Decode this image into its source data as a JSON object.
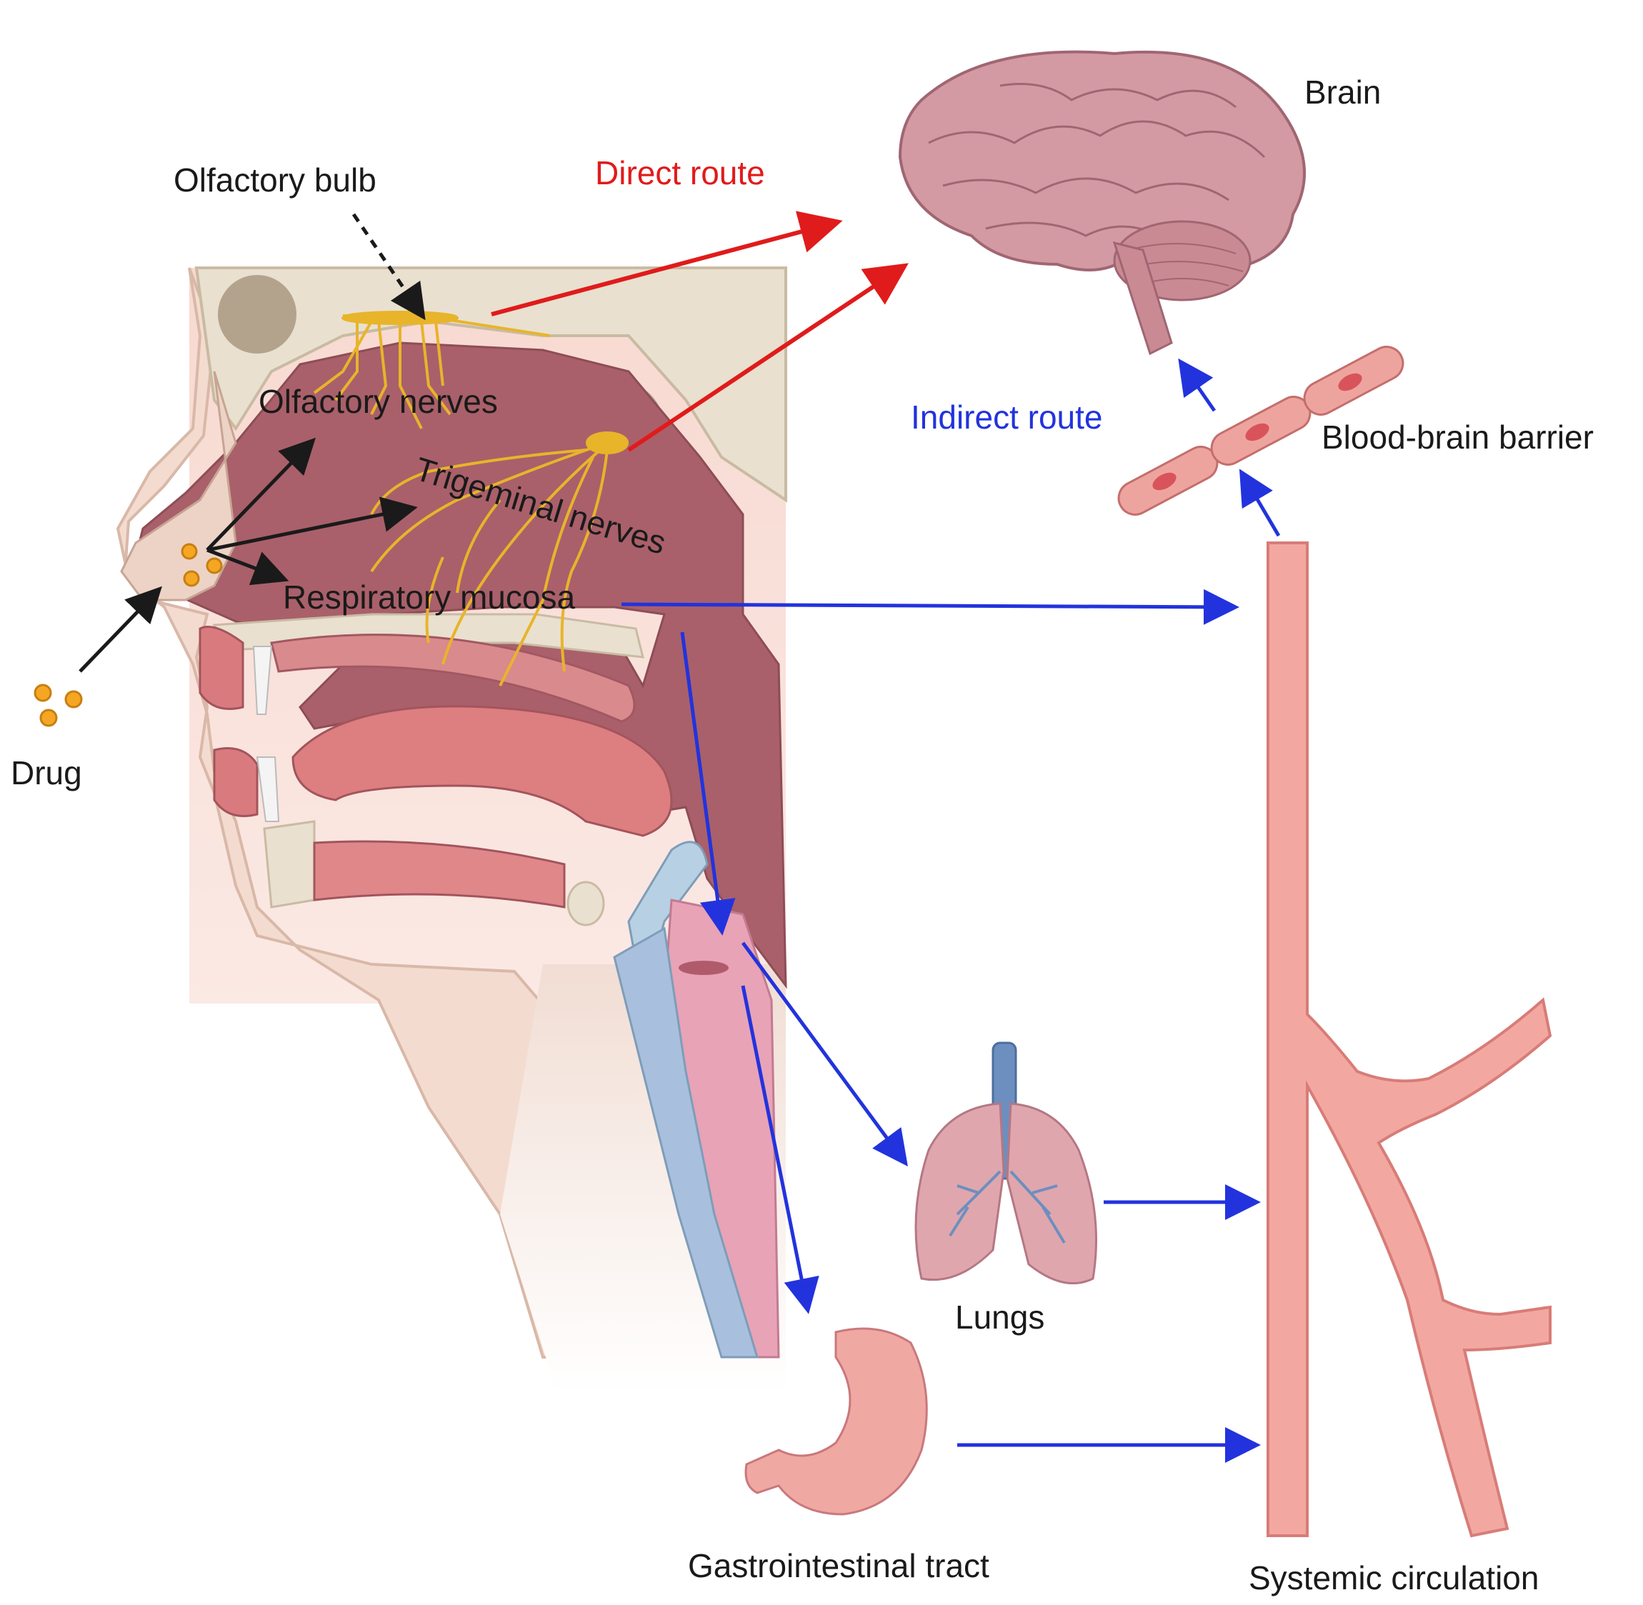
{
  "labels": {
    "olfactory_bulb": "Olfactory bulb",
    "direct_route": "Direct route",
    "brain": "Brain",
    "olfactory_nerves": "Olfactory nerves",
    "trigeminal_nerves": "Trigeminal nerves",
    "indirect_route": "Indirect route",
    "blood_brain_barrier": "Blood-brain barrier",
    "respiratory_mucosa": "Respiratory mucosa",
    "drug": "Drug",
    "lungs": "Lungs",
    "gastrointestinal_tract": "Gastrointestinal tract",
    "systemic_circulation": "Systemic circulation"
  },
  "colors": {
    "direct_route": "#e01b1b",
    "indirect_route": "#2233dd",
    "neutral_arrow": "#1a1a1a",
    "drug_particle": "#f5a623",
    "nerve": "#e8b42a",
    "tissue_dark": "#a9606a",
    "tissue_pink": "#f3d5cd",
    "vessel": "#f2a8a0",
    "brain": "#d49aa3",
    "bone": "#e9e0cf"
  }
}
